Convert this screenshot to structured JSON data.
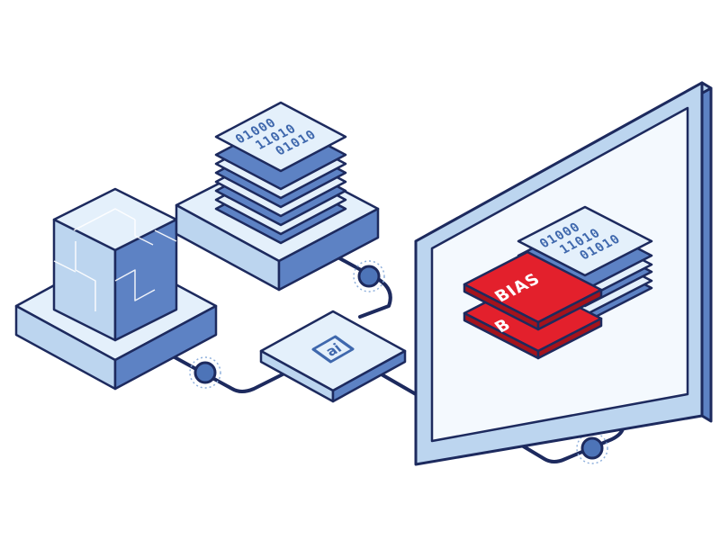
{
  "colors": {
    "outline": "#1d2a5e",
    "top_face": "#e4f0fb",
    "left_face": "#bcd5ef",
    "right_face": "#5d82c4",
    "accent": "#e3202c",
    "accent_dark": "#a4131c",
    "screen_bg": "#f4f9fe",
    "node_fill": "#4d74b8",
    "code_text": "#3f68ad"
  },
  "icons": {
    "cube": "puzzle-cube-icon",
    "data": "data-stack-icon",
    "ai": "ai-chip-icon",
    "monitor": "monitor-icon"
  },
  "data_stack": {
    "lines": [
      "01000",
      "11010",
      "01010"
    ]
  },
  "monitor_stack": {
    "lines": [
      "01000",
      "11010",
      "01010"
    ],
    "bias_label": "BIAS",
    "bias_label_partial": "B"
  },
  "hub": {
    "icon_text": "ai"
  }
}
